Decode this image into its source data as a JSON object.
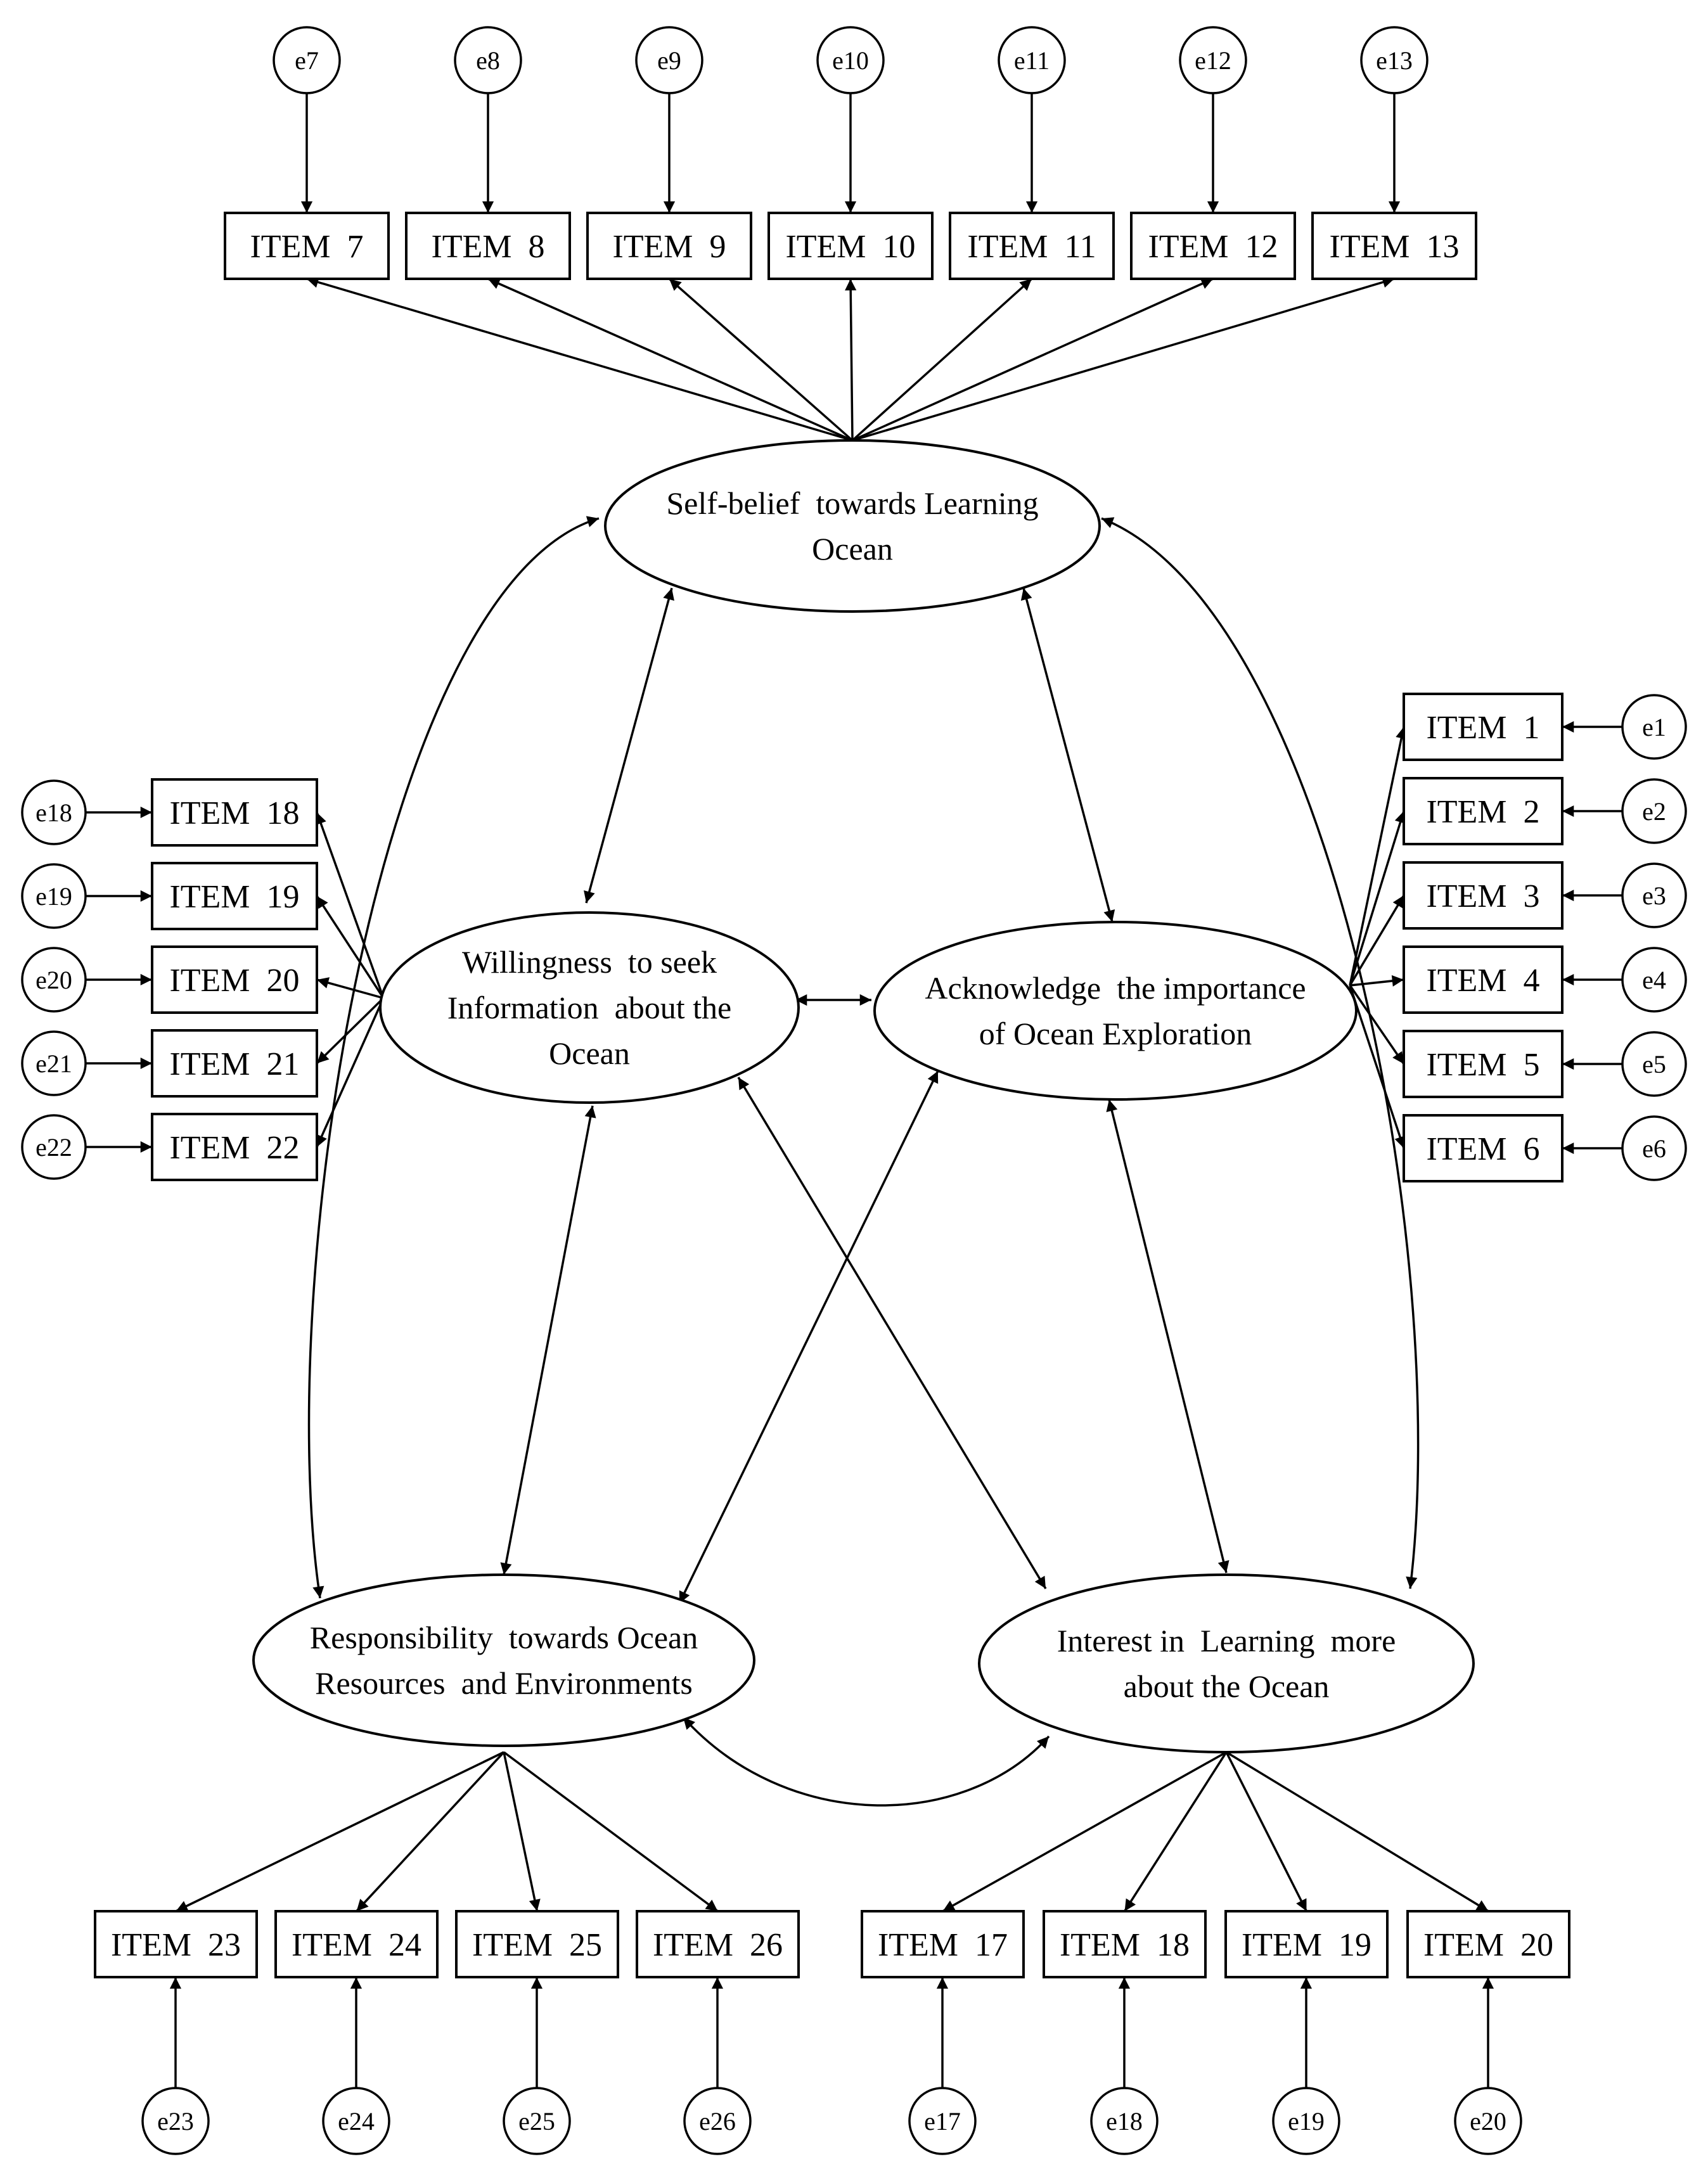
{
  "diagram": {
    "factors": [
      {
        "id": "self_belief",
        "label_lines": [
          "Self-belief  towards Learning",
          "Ocean"
        ]
      },
      {
        "id": "willingness",
        "label_lines": [
          "Willingness  to seek",
          "Information  about the",
          "Ocean"
        ]
      },
      {
        "id": "acknowledge",
        "label_lines": [
          "Acknowledge  the importance",
          "of Ocean Exploration"
        ]
      },
      {
        "id": "responsibility",
        "label_lines": [
          "Responsibility  towards Ocean",
          "Resources  and Environments"
        ]
      },
      {
        "id": "interest",
        "label_lines": [
          "Interest in  Learning  more",
          "about the Ocean"
        ]
      }
    ],
    "items": [
      {
        "id": "i7",
        "label": "ITEM  7",
        "factor": "self_belief",
        "error": "e7"
      },
      {
        "id": "i8",
        "label": "ITEM  8",
        "factor": "self_belief",
        "error": "e8"
      },
      {
        "id": "i9",
        "label": "ITEM  9",
        "factor": "self_belief",
        "error": "e9"
      },
      {
        "id": "i10",
        "label": "ITEM  10",
        "factor": "self_belief",
        "error": "e10"
      },
      {
        "id": "i11",
        "label": "ITEM  11",
        "factor": "self_belief",
        "error": "e11"
      },
      {
        "id": "i12",
        "label": "ITEM  12",
        "factor": "self_belief",
        "error": "e12"
      },
      {
        "id": "i13",
        "label": "ITEM  13",
        "factor": "self_belief",
        "error": "e13"
      },
      {
        "id": "i1",
        "label": "ITEM  1",
        "factor": "acknowledge",
        "error": "e1"
      },
      {
        "id": "i2",
        "label": "ITEM  2",
        "factor": "acknowledge",
        "error": "e2"
      },
      {
        "id": "i3",
        "label": "ITEM  3",
        "factor": "acknowledge",
        "error": "e3"
      },
      {
        "id": "i4",
        "label": "ITEM  4",
        "factor": "acknowledge",
        "error": "e4"
      },
      {
        "id": "i5",
        "label": "ITEM  5",
        "factor": "acknowledge",
        "error": "e5"
      },
      {
        "id": "i6",
        "label": "ITEM  6",
        "factor": "acknowledge",
        "error": "e6"
      },
      {
        "id": "i18a",
        "label": "ITEM  18",
        "factor": "willingness",
        "error": "e18"
      },
      {
        "id": "i19a",
        "label": "ITEM  19",
        "factor": "willingness",
        "error": "e19"
      },
      {
        "id": "i20a",
        "label": "ITEM  20",
        "factor": "willingness",
        "error": "e20"
      },
      {
        "id": "i21",
        "label": "ITEM  21",
        "factor": "willingness",
        "error": "e21"
      },
      {
        "id": "i22",
        "label": "ITEM  22",
        "factor": "willingness",
        "error": "e22"
      },
      {
        "id": "i23",
        "label": "ITEM  23",
        "factor": "responsibility",
        "error": "e23"
      },
      {
        "id": "i24",
        "label": "ITEM  24",
        "factor": "responsibility",
        "error": "e24"
      },
      {
        "id": "i25",
        "label": "ITEM  25",
        "factor": "responsibility",
        "error": "e25"
      },
      {
        "id": "i26",
        "label": "ITEM  26",
        "factor": "responsibility",
        "error": "e26"
      },
      {
        "id": "i17",
        "label": "ITEM  17",
        "factor": "interest",
        "error": "e17"
      },
      {
        "id": "i18b",
        "label": "ITEM  18",
        "factor": "interest",
        "error": "e18"
      },
      {
        "id": "i19b",
        "label": "ITEM  19",
        "factor": "interest",
        "error": "e19"
      },
      {
        "id": "i20b",
        "label": "ITEM  20",
        "factor": "interest",
        "error": "e20"
      }
    ],
    "covariances": [
      [
        "self_belief",
        "willingness"
      ],
      [
        "self_belief",
        "acknowledge"
      ],
      [
        "self_belief",
        "responsibility"
      ],
      [
        "self_belief",
        "interest"
      ],
      [
        "willingness",
        "acknowledge"
      ],
      [
        "willingness",
        "responsibility"
      ],
      [
        "willingness",
        "interest"
      ],
      [
        "acknowledge",
        "responsibility"
      ],
      [
        "acknowledge",
        "interest"
      ],
      [
        "responsibility",
        "interest"
      ]
    ]
  }
}
